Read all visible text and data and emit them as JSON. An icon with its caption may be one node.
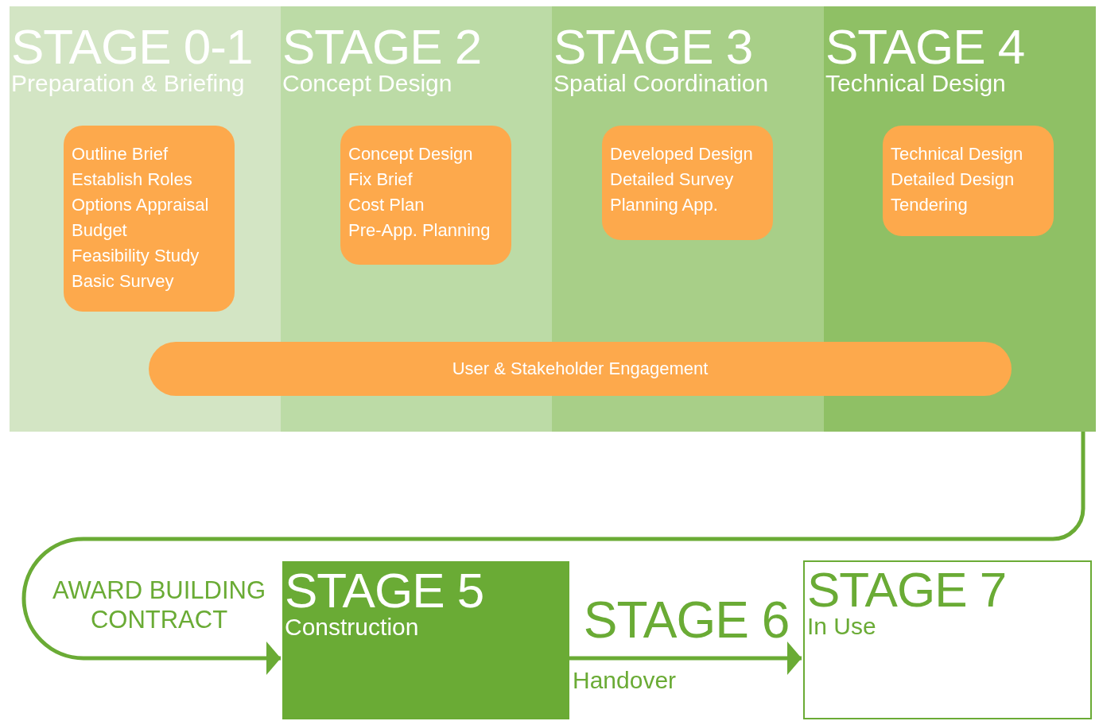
{
  "diagram": {
    "nodes": [
      {
        "text": [
          "STAGE 0-1",
          "Preparation & Briefing"
        ]
      },
      {
        "text": [
          "Outline Brief",
          "Establish Roles",
          "Options Appraisal",
          "Budget",
          "Feasibility Study",
          "Basic Survey"
        ],
        "in": 0
      },
      {
        "text": [
          "STAGE 2",
          "Concept Design"
        ]
      },
      {
        "text": [
          "Concept Design",
          "Fix Brief",
          "Cost Plan",
          "Pre-App. Planning"
        ],
        "in": 2
      },
      {
        "text": [
          "STAGE 3",
          "Spatial Coordination"
        ]
      },
      {
        "text": [
          "Developed Design",
          "Detailed Survey",
          "Planning App."
        ],
        "in": 4
      },
      {
        "text": [
          "STAGE 4",
          "Technical Design"
        ]
      },
      {
        "text": [
          "Technical Design",
          "Detailed Design",
          "Tendering"
        ],
        "in": 6
      },
      {
        "text": [
          "User & Stakeholder Engagement"
        ]
      },
      {
        "text": [
          "STAGE 5",
          "Construction"
        ]
      },
      {
        "text": [
          "STAGE 7",
          "In Use"
        ]
      }
    ],
    "edges": [
      {
        "from": 6,
        "to": 9,
        "arrow": "to",
        "label": "AWARD BUILDING CONTRACT"
      },
      {
        "from": 9,
        "to": 10,
        "arrow": "to",
        "label": "STAGE 6"
      }
    ],
    "labels": [
      "Handover"
    ]
  }
}
